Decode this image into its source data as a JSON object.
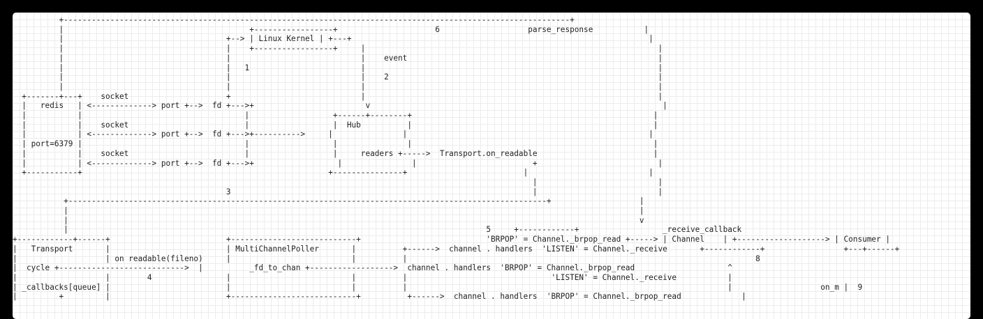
{
  "colors": {
    "frame": "#000000",
    "canvas": "#ffffff",
    "grid": "#ececec",
    "text": "#222222"
  },
  "diagram": {
    "lines": [
      "          +-------------------------------------------------------------------------------------------------------------+",
      "          |                                        +-----------------+                     6                   parse_response           |",
      "          |                                   +--> | Linux Kernel | +---+                                                                |",
      "          |                                   |    +-----------------+     |                                                               |",
      "          |                                   |                            |    event                                                      |",
      "          |                                   |   1                        |                                                               |",
      "          |                                   |                            |    2                                                          |",
      "          |                                   |                            |                                                               |",
      "  +-------+---+    socket                     +                            |                                                               |",
      "  |   redis   | <-------------> port +-->  fd +--->+                        v                                                               |",
      "  |           |                                   |                  +------+--------+                                                    |",
      "  |           |    socket                         |                  |  Hub          |                                                    |",
      "  |           | <-------------> port +-->  fd +--->+---------->     |               |                                                    |",
      "  | port=6379 |                                   |                  |               |                                                    |",
      "  |           |    socket                         |                  |     readers +----->  Transport.on_readable                         |",
      "  |           | <-------------> port +-->  fd +--->+                  |               |                         +                          |",
      "  +-----------+                                                     +---------------+                         |                          |",
      "                                                                                                                |                          |",
      "                                              3                                                                 |                          |",
      "           +-------------------------------------------------------------------------------------------------------+                   |",
      "           |                                                                                                                           |",
      "           |                                                                                                                           v",
      "           |                                                                                          5     +------------+                  _receive_callback",
      "+------------+------+                         +---------------------------+                           'BRPOP' = Channel._brpop_read +-----> | Channel    | +-------------------> | Consumer |",
      "|   Transport       |                         | MultiChannelPoller       |          +------>  channel . handlers  'LISTEN' = Channel._receive       +------------+                 +---+------+",
      "|                   | on readable(fileno)     |                          |          |                                                                           8",
      "|  cycle +--------------------------->  |          _fd_to_chan +------------------>  channel . handlers  'BRPOP' = Channel._brpop_read                    ^",
      "|                   |        4                |                          |          |                               'LISTEN' = Channel._receive           |",
      "| _callbacks[queue] |                         |                          |          |                                                                     |                   on_m |  9",
      "|         +         |                         +---------------------------+          +------>  channel . handlers  'BRPOP' = Channel._brpop_read             |"
    ]
  }
}
